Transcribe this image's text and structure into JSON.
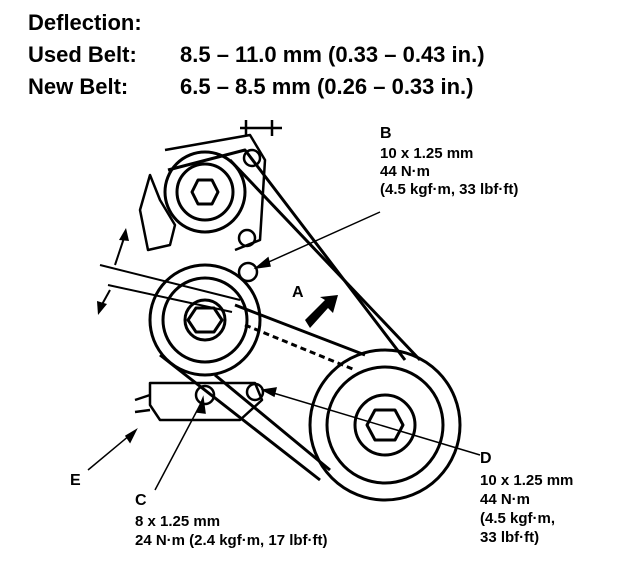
{
  "spec": {
    "title": "Deflection:",
    "used_label": "Used Belt:",
    "used_value": "8.5 – 11.0 mm (0.33 – 0.43 in.)",
    "new_label": "New Belt:",
    "new_value": "6.5 – 8.5 mm (0.26 – 0.33 in.)"
  },
  "callouts": {
    "A": {
      "letter": "A"
    },
    "B": {
      "letter": "B",
      "line1": "10 x 1.25 mm",
      "line2": "44 N·m",
      "line3": "(4.5 kgf·m, 33 lbf·ft)"
    },
    "C": {
      "letter": "C",
      "line1": "8 x 1.25 mm",
      "line2": "24 N·m (2.4 kgf·m, 17 lbf·ft)"
    },
    "D": {
      "letter": "D",
      "line1": "10 x 1.25 mm",
      "line2": "44 N·m",
      "line3": "(4.5 kgf·m,",
      "line4": "33 lbf·ft)"
    },
    "E": {
      "letter": "E"
    }
  }
}
